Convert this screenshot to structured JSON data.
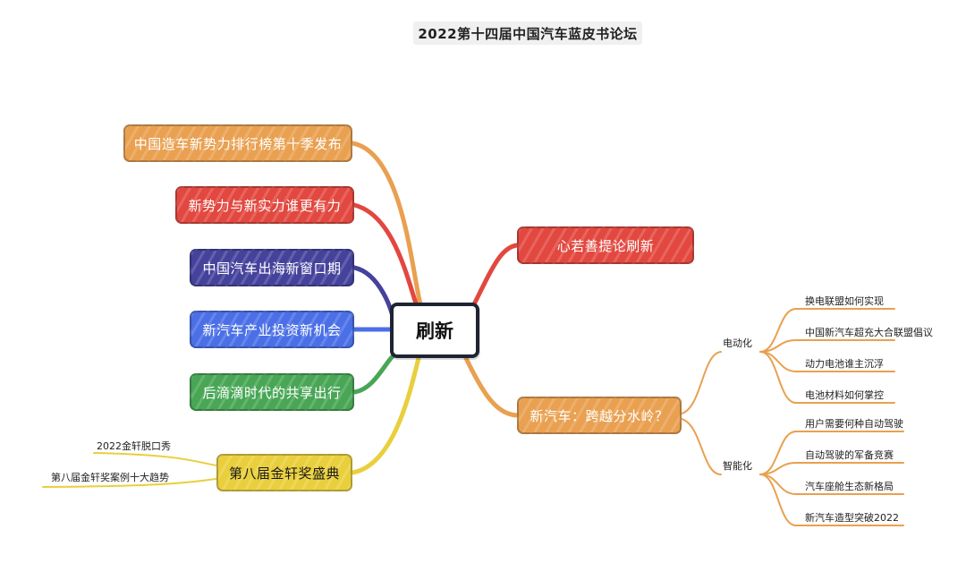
{
  "title": "2022第十四届中国汽车蓝皮书论坛",
  "center": {
    "label": "刷新"
  },
  "left_branches": [
    {
      "label": "中国造车新势力排行榜第十季发布",
      "color": "#e9a050"
    },
    {
      "label": "新势力与新实力谁更有力",
      "color": "#e2483f"
    },
    {
      "label": "中国汽车出海新窗口期",
      "color": "#45429c"
    },
    {
      "label": "新汽车产业投资新机会",
      "color": "#4a6fe6"
    },
    {
      "label": "后滴滴时代的共享出行",
      "color": "#48a655"
    },
    {
      "label": "第八届金轩奖盛典",
      "color": "#e9cf3c",
      "children": [
        "2022金轩脱口秀",
        "第八届金轩奖案例十大趋势"
      ]
    }
  ],
  "right_branches": [
    {
      "label": "心若善提论刷新",
      "color": "#e2483f"
    },
    {
      "label": "新汽车：跨越分水岭？",
      "color": "#e9a050",
      "groups": [
        {
          "label": "电动化",
          "items": [
            "换电联盟如何实现",
            "中国新汽车超充大合联盟倡议",
            "动力电池谁主沉浮",
            "电池材料如何掌控"
          ]
        },
        {
          "label": "智能化",
          "items": [
            "用户需要何种自动驾驶",
            "自动驾驶的军备竞赛",
            "汽车座舱生态新格局",
            "新汽车造型突破2022"
          ]
        }
      ]
    }
  ]
}
